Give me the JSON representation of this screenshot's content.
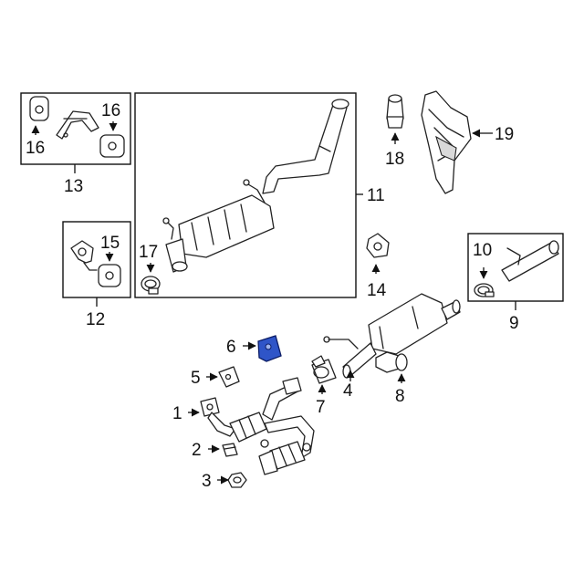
{
  "colors": {
    "highlight": "#2f55c8",
    "line": "#222222",
    "background": "#ffffff"
  },
  "callouts": {
    "c1": "1",
    "c2": "2",
    "c3": "3",
    "c4": "4",
    "c5": "5",
    "c6": "6",
    "c7": "7",
    "c8": "8",
    "c9": "9",
    "c10": "10",
    "c11": "11",
    "c12": "12",
    "c13": "13",
    "c14": "14",
    "c15": "15",
    "c16a": "16",
    "c16b": "16",
    "c17": "17",
    "c18": "18",
    "c19": "19"
  },
  "highlighted_part": "6"
}
